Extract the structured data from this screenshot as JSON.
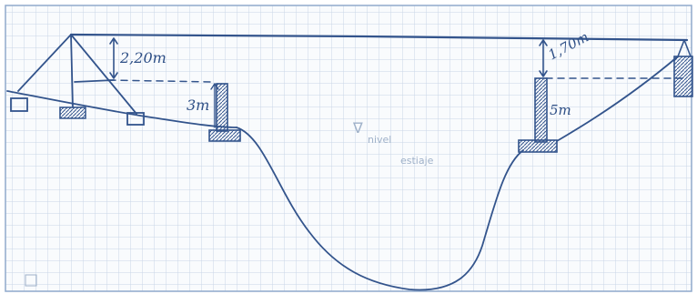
{
  "sketch": {
    "labels": {
      "height_left": "2,20m",
      "height_right": "1,70m",
      "column_left": "3m",
      "column_right": "5m",
      "water_symbol": "∇",
      "water_line_1": "nivel",
      "water_line_2": "estiaje"
    },
    "colors": {
      "ink": "#33548c",
      "grid": "#c9d6e6",
      "paper": "#f9fbfd",
      "border": "#8fa9cc"
    }
  }
}
